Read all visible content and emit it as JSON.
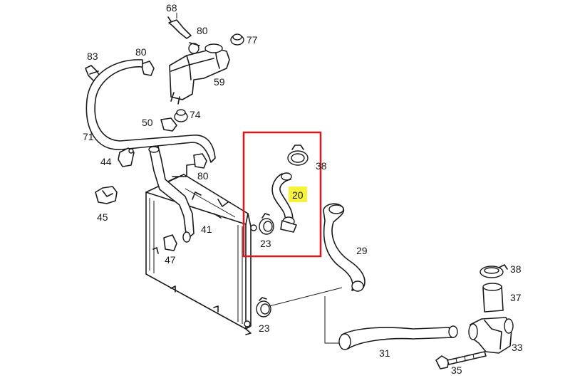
{
  "colors": {
    "highlight_box": "#e0161c",
    "highlight_label": "#f7f23a",
    "line": "#1a1a1a"
  },
  "labels": {
    "l68": "68",
    "l80a": "80",
    "l77": "77",
    "l83": "83",
    "l80b": "80",
    "l59": "59",
    "l50": "50",
    "l74": "74",
    "l71": "71",
    "l44": "44",
    "l80c": "80",
    "l45": "45",
    "l41": "41",
    "l47": "47",
    "l38a": "38",
    "l20": "20",
    "l23a": "23",
    "l29": "29",
    "l38b": "38",
    "l37": "37",
    "l23b": "23",
    "l31": "31",
    "l33": "33",
    "l35": "35"
  }
}
